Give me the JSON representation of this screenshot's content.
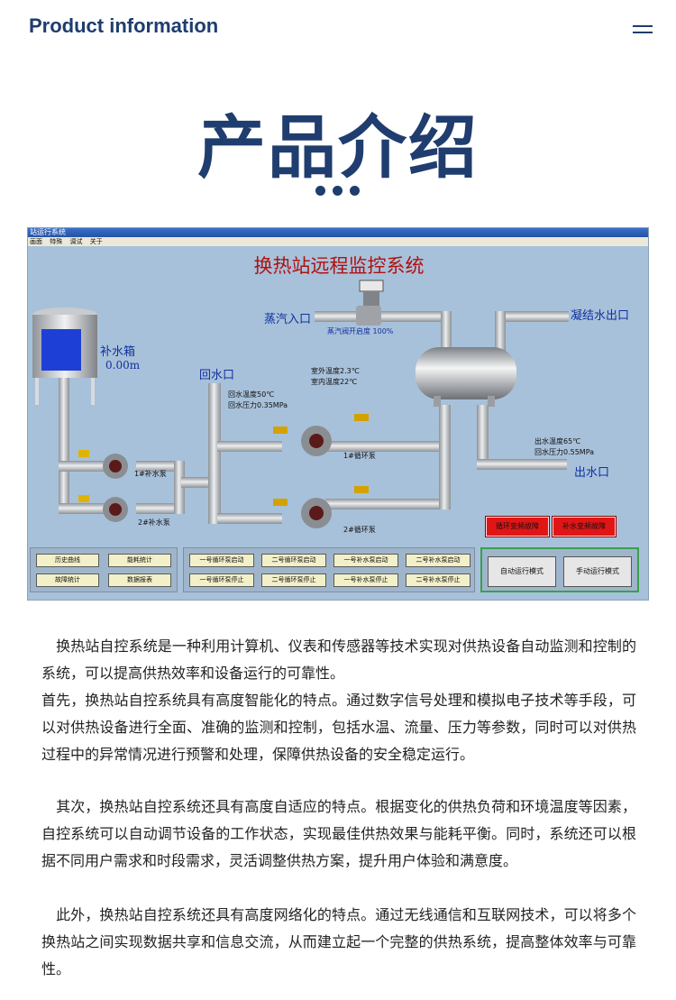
{
  "header": {
    "title": "Product information",
    "menu_icon": "hamburger-menu-icon"
  },
  "main_title": "产品介绍",
  "scada": {
    "window_title": "站运行系统",
    "window_buttons": [
      "_",
      "□",
      "×"
    ],
    "menu": [
      "画面",
      "特殊",
      "调试",
      "关于"
    ],
    "title": "换热站远程监控系统",
    "labels": {
      "steam_inlet": "蒸汽入口",
      "steam_valve": "蒸汽阀开启度 100%",
      "condensate_outlet": "凝结水出口",
      "makeup_tank": "补水箱",
      "tank_level": "0.00m",
      "return_inlet": "回水口",
      "outdoor_temp": "室外温度2.3℃",
      "indoor_temp": "室内温度22℃",
      "return_temp": "回水温度50℃",
      "return_pressure": "回水压力0.35MPa",
      "supply_temp": "出水温度65℃",
      "supply_pressure": "回水压力0.55MPa",
      "outlet": "出水口",
      "makeup_pump_1": "1#补水泵",
      "makeup_pump_2": "2#补水泵",
      "circ_pump_1": "1#循环泵",
      "circ_pump_2": "2#循环泵"
    },
    "alarms": [
      "循环变频故障",
      "补水变频故障"
    ],
    "left_buttons": [
      "历史曲线",
      "能耗统计",
      "故障统计",
      "数据报表"
    ],
    "pump_buttons": [
      "一号循环泵启动",
      "二号循环泵启动",
      "一号补水泵启动",
      "二号补水泵启动",
      "一号循环泵停止",
      "二号循环泵停止",
      "一号补水泵停止",
      "二号补水泵停止"
    ],
    "mode_buttons": [
      "自动运行模式",
      "手动运行模式"
    ],
    "colors": {
      "background": "#a8c1da",
      "pipe": "#c6c9cc",
      "title": "#b01010",
      "label": "#1030a0",
      "alarm": "#e01616"
    }
  },
  "paragraphs": [
    "　换热站自控系统是一种利用计算机、仪表和传感器等技术实现对供热设备自动监测和控制的系统，可以提高供热效率和设备运行的可靠性。",
    "首先，换热站自控系统具有高度智能化的特点。通过数字信号处理和模拟电子技术等手段，可以对供热设备进行全面、准确的监测和控制，包括水温、流量、压力等参数，同时可以对供热过程中的异常情况进行预警和处理，保障供热设备的安全稳定运行。",
    "　其次，换热站自控系统还具有高度自适应的特点。根据变化的供热负荷和环境温度等因素，自控系统可以自动调节设备的工作状态，实现最佳供热效果与能耗平衡。同时，系统还可以根据不同用户需求和时段需求，灵活调整供热方案，提升用户体验和满意度。",
    "　此外，换热站自控系统还具有高度网络化的特点。通过无线通信和互联网技术，可以将多个换热站之间实现数据共享和信息交流，从而建立起一个完整的供热系统，提高整体效率与可靠性。"
  ]
}
